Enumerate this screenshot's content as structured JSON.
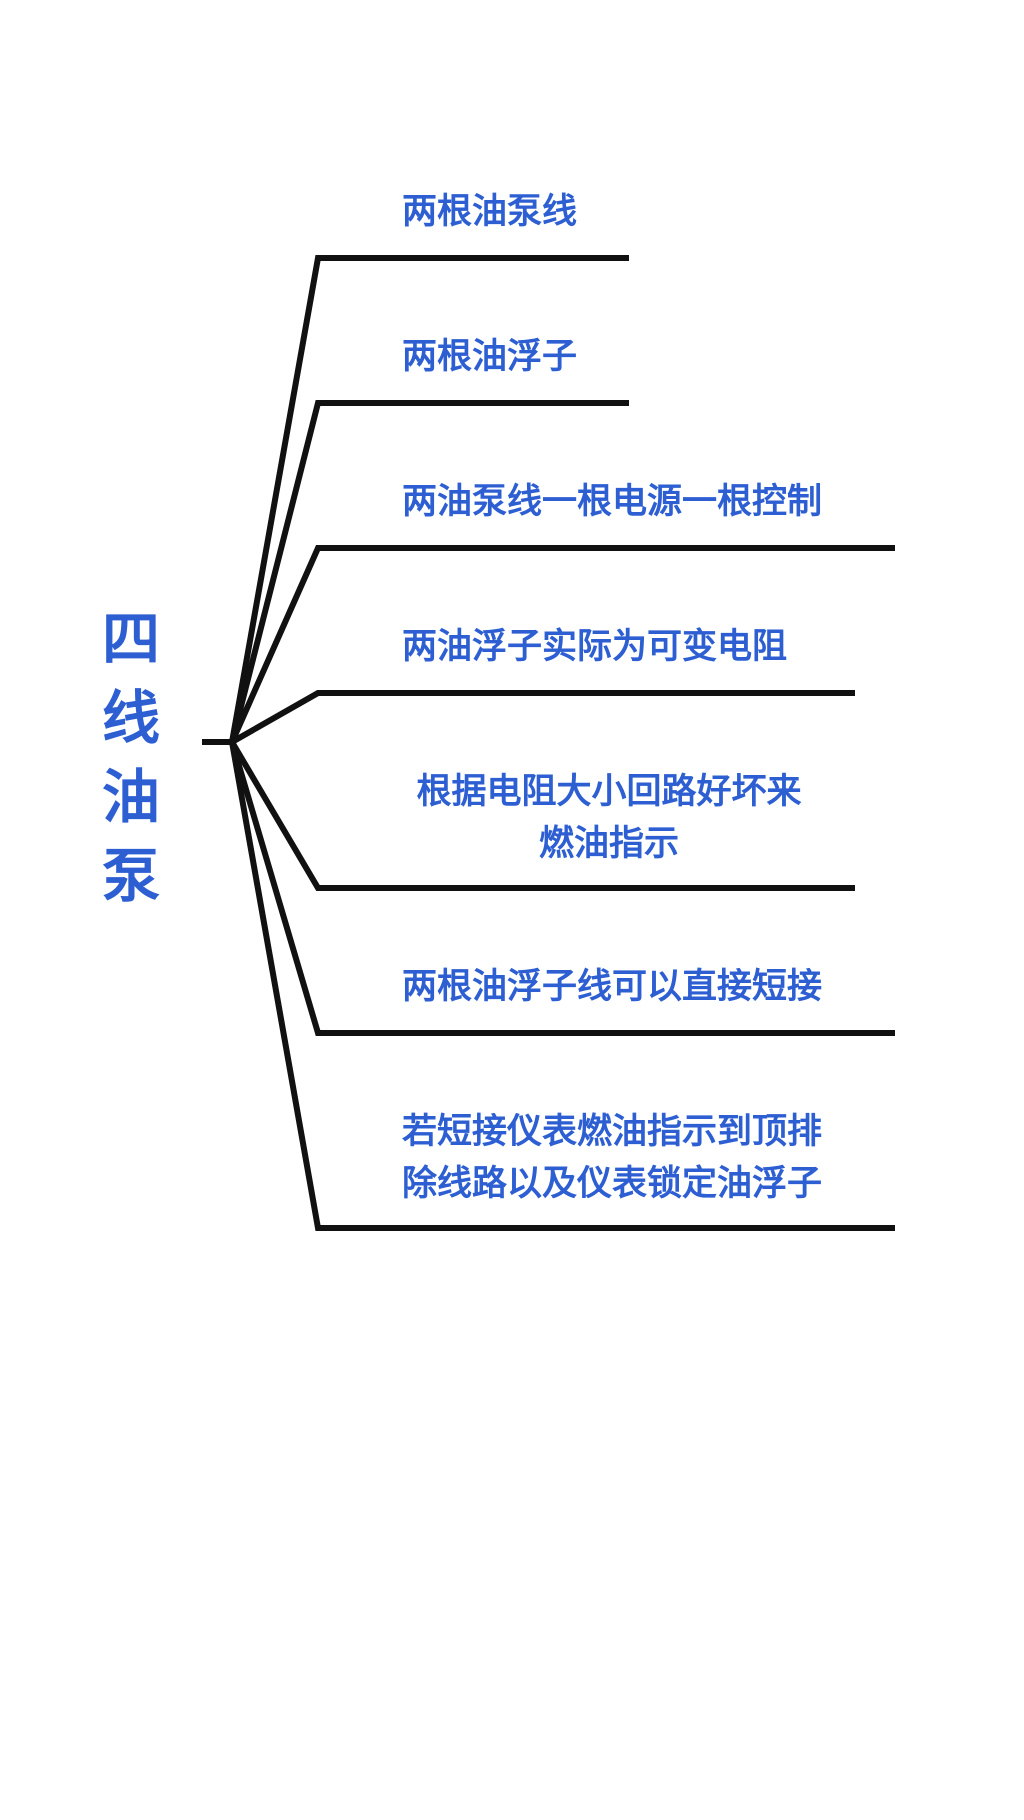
{
  "root": {
    "label": "四线油泵"
  },
  "branches": [
    {
      "label": "两根油泵线"
    },
    {
      "label": "两根油浮子"
    },
    {
      "label": "两油泵线一根电源一根控制"
    },
    {
      "label": "两油浮子实际为可变电阻"
    },
    {
      "label_lines": [
        "根据电阻大小回路好坏来",
        "燃油指示"
      ]
    },
    {
      "label": "两根油浮子线可以直接短接"
    },
    {
      "label_lines": [
        "若短接仪表燃油指示到顶排",
        "除线路以及仪表锁定油浮子"
      ]
    }
  ],
  "colors": {
    "text": "#2d5fd3",
    "line": "#111111",
    "background": "#ffffff"
  }
}
